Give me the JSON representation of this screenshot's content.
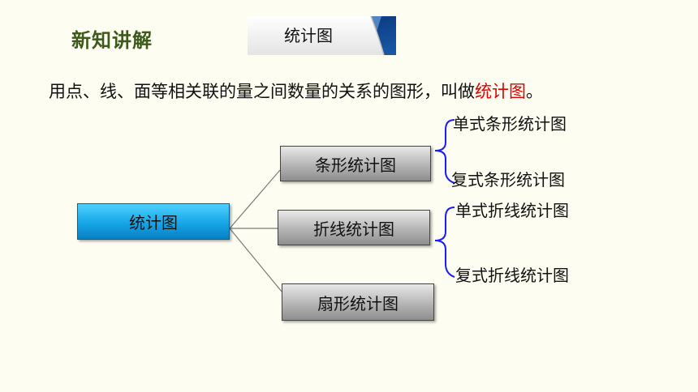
{
  "header": {
    "section_title": "新知讲解",
    "tab_label": "统计图"
  },
  "definition": {
    "text_main": "用点、线、面等相关联的量之间数量的关系的图形，叫做",
    "text_highlight": "统计图",
    "text_end": "。",
    "highlight_color": "#e00000"
  },
  "tree": {
    "root": "统计图",
    "branches": [
      {
        "label": "条形统计图",
        "children": [
          "单式条形统计图",
          "复式条形统计图"
        ]
      },
      {
        "label": "折线统计图",
        "children": [
          "单式折线统计图",
          "复式折线统计图"
        ]
      },
      {
        "label": "扇形统计图",
        "children": []
      }
    ]
  },
  "colors": {
    "title_green": "#3d5a1a",
    "root_blue": "#15a6e6",
    "brace_blue": "#1a1aff",
    "background": "#fdfdf1"
  }
}
